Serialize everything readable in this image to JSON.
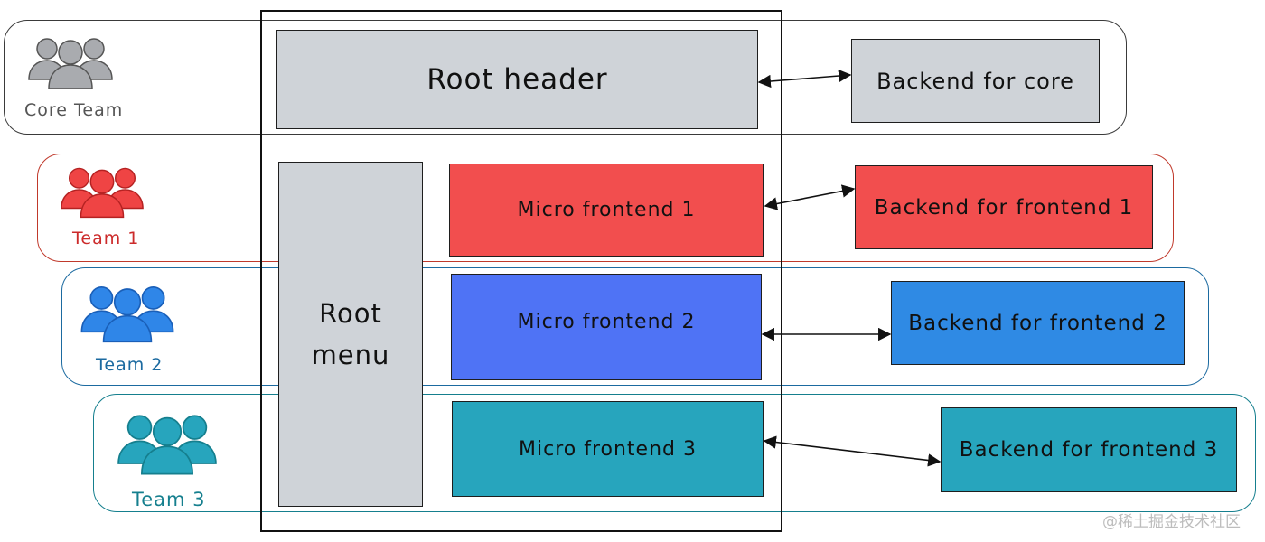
{
  "lanes": [
    {
      "id": "core",
      "team_label": "Core Team",
      "icon": "team-group-icon",
      "color": "#6b6b6b",
      "box_color": "#cfd3d8",
      "backend": "Backend for core"
    },
    {
      "id": "team1",
      "team_label": "Team 1",
      "icon": "team-group-icon",
      "color": "#cc2b2b",
      "box_color": "#f24e4e",
      "frontend": "Micro frontend 1",
      "backend": "Backend for frontend 1"
    },
    {
      "id": "team2",
      "team_label": "Team 2",
      "icon": "team-group-icon",
      "color": "#1b6aa0",
      "box_color": "#4f73f5",
      "backend_color": "#2f8ae4",
      "frontend": "Micro frontend 2",
      "backend": "Backend for frontend 2"
    },
    {
      "id": "team3",
      "team_label": "Team 3",
      "icon": "team-group-icon",
      "color": "#157f8e",
      "box_color": "#27a5bd",
      "frontend": "Micro frontend 3",
      "backend": "Backend for frontend 3"
    }
  ],
  "root": {
    "header": "Root header",
    "menu_line1": "Root",
    "menu_line2": "menu",
    "gray": "#cfd3d8"
  },
  "watermark": "@稀土掘金技术社区"
}
